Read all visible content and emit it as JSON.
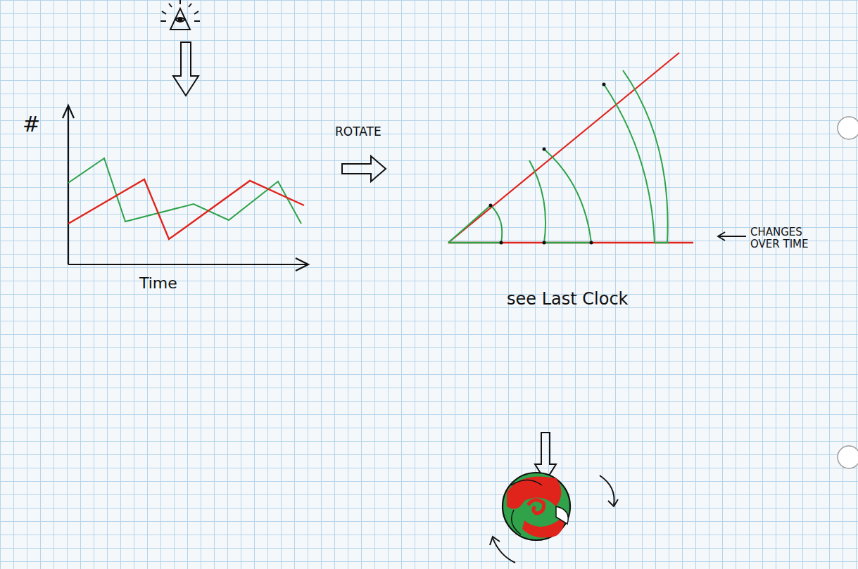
{
  "diagram": {
    "labels": [
      "#",
      "Time",
      "ROTATE",
      "CHANGES OVER TIME",
      "see Last Clock"
    ]
  }
}
